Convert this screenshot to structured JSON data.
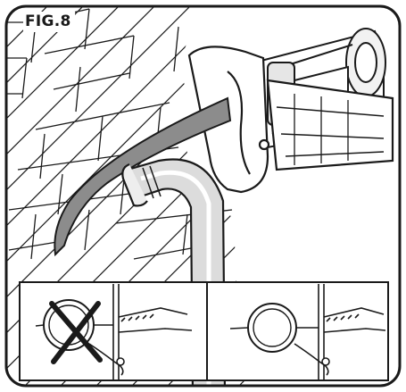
{
  "figure": {
    "label": "FIG.8"
  },
  "colors": {
    "ink": "#1a1a1a",
    "paper": "#ffffff",
    "blade": "#8c8c8c",
    "metal_light": "#e6e6e6",
    "metal_mid": "#bdbdbd",
    "inset_bg": "#ffffff"
  },
  "insets": [
    {
      "id": "incorrect",
      "mark": "x-mark-icon"
    },
    {
      "id": "correct",
      "mark": ""
    }
  ]
}
